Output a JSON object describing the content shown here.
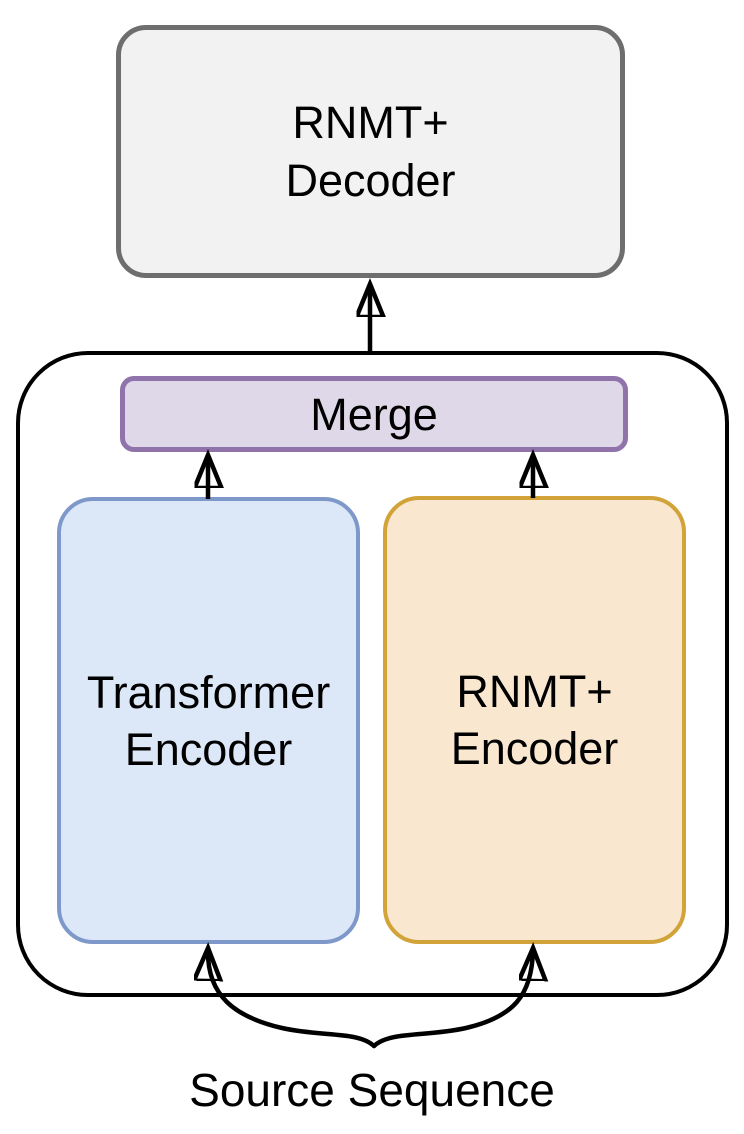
{
  "diagram": {
    "type": "architecture-block-diagram",
    "caption": "Source Sequence",
    "arrow_color": "#000000",
    "background": "#ffffff"
  },
  "nodes": {
    "decoder": {
      "line1": "RNMT+",
      "line2": "Decoder",
      "fill": "#f2f2f2",
      "border": "#6e6e6e"
    },
    "merge": {
      "label": "Merge",
      "fill": "#ded8e8",
      "border": "#8f73aa"
    },
    "transformer_encoder": {
      "line1": "Transformer",
      "line2": "Encoder",
      "fill": "#dce7f7",
      "border": "#7e99c9"
    },
    "rnmt_encoder": {
      "line1": "RNMT+",
      "line2": "Encoder",
      "fill": "#fae7d0",
      "border": "#d2a339"
    }
  },
  "edges": [
    {
      "from": "encoder-container",
      "to": "decoder",
      "style": "arrow-up"
    },
    {
      "from": "transformer_encoder",
      "to": "merge",
      "style": "arrow-up"
    },
    {
      "from": "rnmt_encoder",
      "to": "merge",
      "style": "arrow-up"
    },
    {
      "from": "source-sequence",
      "to": "transformer_encoder",
      "style": "curved-arrow"
    },
    {
      "from": "source-sequence",
      "to": "rnmt_encoder",
      "style": "curved-arrow"
    }
  ]
}
